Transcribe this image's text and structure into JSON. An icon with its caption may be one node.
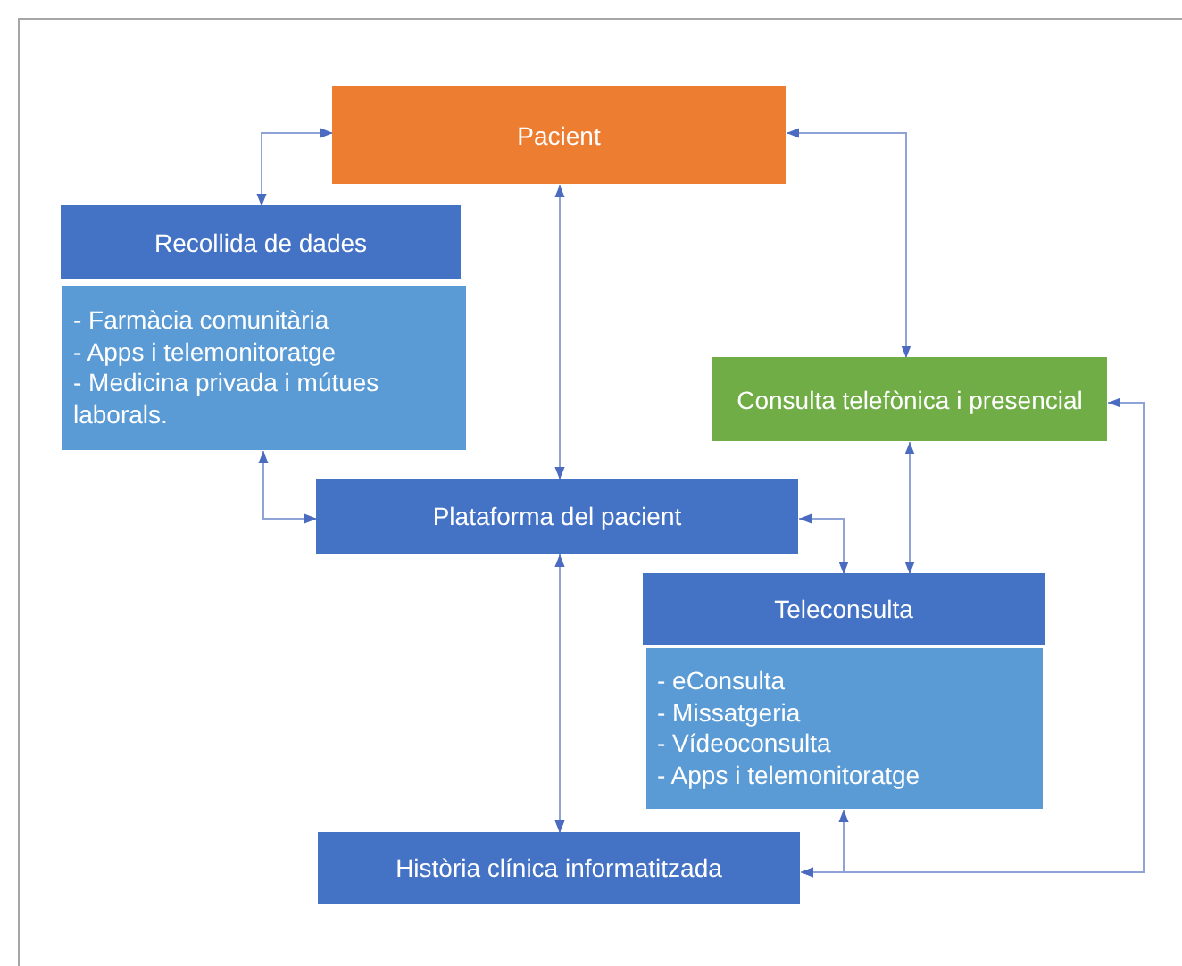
{
  "diagram": {
    "nodes": [
      {
        "text": [
          "Pacient"
        ]
      },
      {
        "text": [
          "Recollida de dades"
        ]
      },
      {
        "text": [
          "- Farmàcia comunitària",
          "- Apps i telemonitoratge",
          "- Medicina privada i mútues laborals."
        ]
      },
      {
        "text": [
          "Consulta telefònica i presencial"
        ]
      },
      {
        "text": [
          "Plataforma del pacient"
        ]
      },
      {
        "text": [
          "Teleconsulta"
        ]
      },
      {
        "text": [
          "- eConsulta",
          "- Missatgeria",
          "- Vídeoconsulta",
          "- Apps i telemonitoratge"
        ]
      },
      {
        "text": [
          "Història clínica informatitzada"
        ]
      }
    ],
    "edges": [
      {
        "from": 0,
        "to": 1,
        "arrow": "both"
      },
      {
        "from": 0,
        "to": 3,
        "arrow": "both"
      },
      {
        "from": 0,
        "to": 4,
        "arrow": "both"
      },
      {
        "from": 2,
        "to": 4,
        "arrow": "both"
      },
      {
        "from": 4,
        "to": 5,
        "arrow": "both"
      },
      {
        "from": 3,
        "to": 5,
        "arrow": "both"
      },
      {
        "from": 4,
        "to": 7,
        "arrow": "both"
      },
      {
        "from": 6,
        "to": 7,
        "arrow": "both"
      },
      {
        "from": 7,
        "to": 3,
        "arrow": "both"
      }
    ]
  }
}
